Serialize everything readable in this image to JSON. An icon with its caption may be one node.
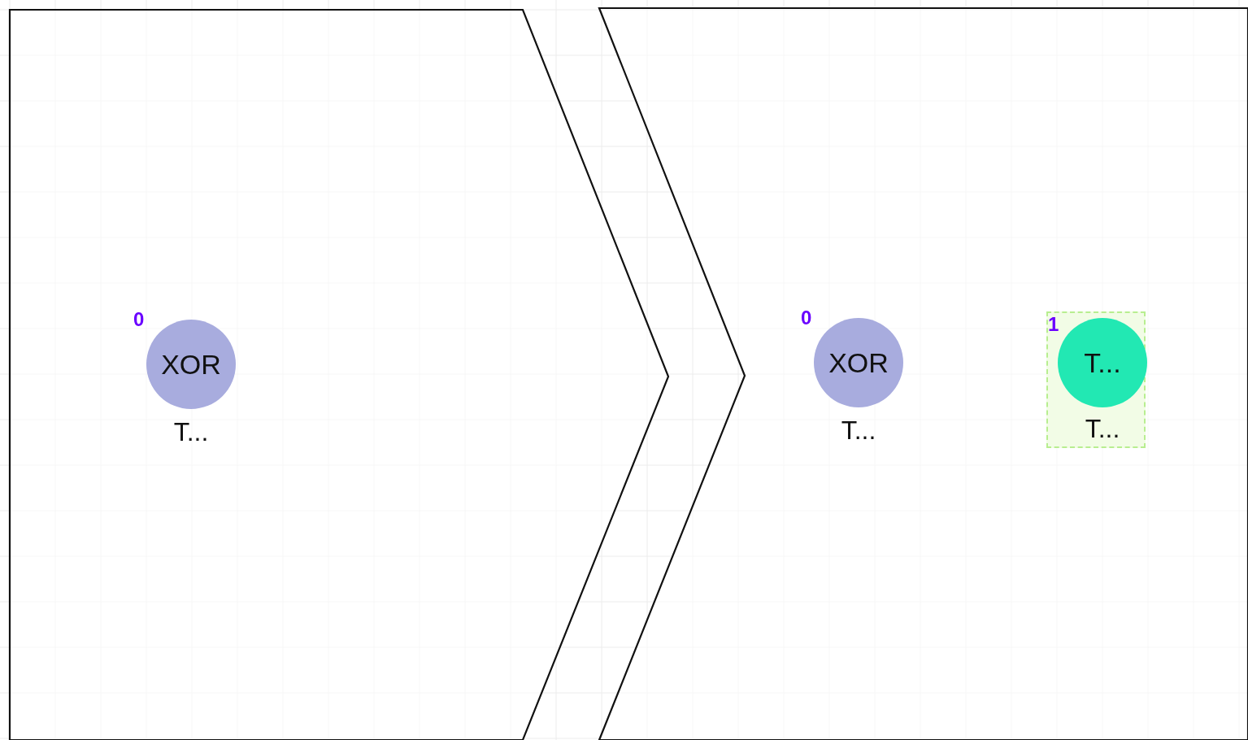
{
  "diagram": {
    "nodes": [
      {
        "text": [],
        "shape": "chevron"
      },
      {
        "text": [],
        "shape": "chevron"
      },
      {
        "text": [
          "XOR"
        ],
        "beside": [
          "0",
          "T..."
        ],
        "in": 0
      },
      {
        "text": [
          "XOR"
        ],
        "beside": [
          "0",
          "T..."
        ],
        "in": 1
      },
      {
        "text": [],
        "shape": "box",
        "in": 1
      },
      {
        "text": [
          "T..."
        ],
        "beside": [
          "1",
          "T..."
        ],
        "in": 4
      }
    ]
  }
}
